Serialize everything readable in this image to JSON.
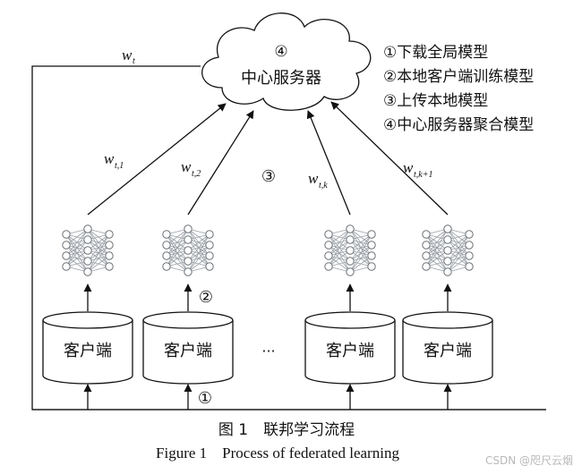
{
  "server": {
    "step": "④",
    "label": "中心服务器"
  },
  "legend": [
    "①下载全局模型",
    "②本地客户端训练模型",
    "③上传本地模型",
    "④中心服务器聚合模型"
  ],
  "global_weight": {
    "main": "w",
    "sub": "t"
  },
  "upload_weights": [
    {
      "main": "w",
      "sub": "t,1"
    },
    {
      "main": "w",
      "sub": "t,2"
    },
    {
      "main": "w",
      "sub": "t,k"
    },
    {
      "main": "w",
      "sub": "t,k+1"
    }
  ],
  "step_markers": {
    "upload": "③",
    "train": "②",
    "download": "①"
  },
  "clients": [
    "客户端",
    "客户端",
    "客户端",
    "客户端"
  ],
  "ellipsis": "···",
  "caption": {
    "cn": "图 1　联邦学习流程",
    "en": "Figure 1　Process of federated learning"
  },
  "watermark": "CSDN @咫尺云烟"
}
